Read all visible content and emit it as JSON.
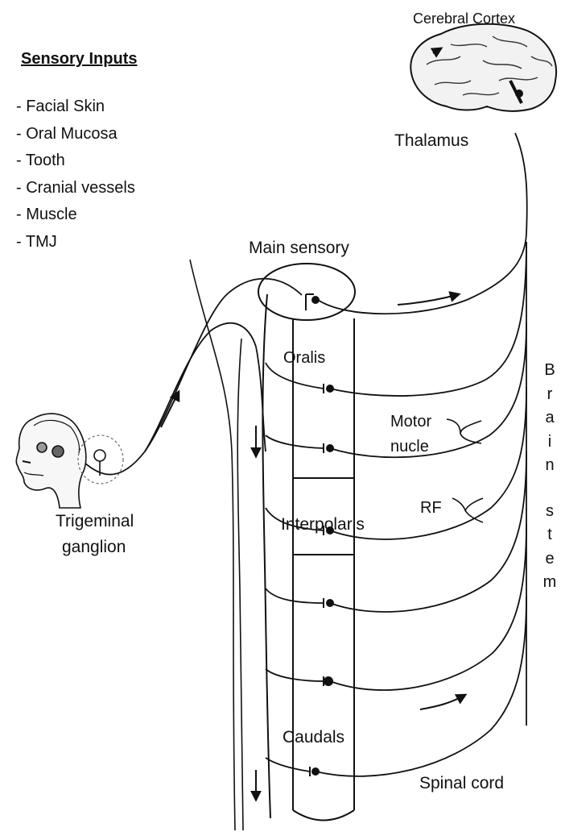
{
  "sensory_inputs": {
    "title": "Sensory Inputs",
    "items": [
      "- Facial Skin",
      "- Oral Mucosa",
      "- Tooth",
      "- Cranial vessels",
      "- Muscle",
      "- TMJ"
    ]
  },
  "labels": {
    "cortex": "Cerebral Cortex",
    "thalamus": "Thalamus",
    "main_sensory": "Main sensory",
    "oralis": "Oralis",
    "motor_line1": "Motor",
    "motor_line2": "nucle",
    "rf": "RF",
    "interpolaris": "Interpolaris",
    "caudalis": "Caudals",
    "spinal_cord": "Spinal cord",
    "ganglion_line1": "Trigeminal",
    "ganglion_line2": "ganglion"
  },
  "brainstem_letters": [
    "B",
    "r",
    "a",
    "i",
    "n",
    "s",
    "t",
    "e",
    "m"
  ],
  "icons": {
    "brain": "brain-icon",
    "head": "head-profile-icon",
    "ganglion": "ganglion-cell-icon"
  }
}
